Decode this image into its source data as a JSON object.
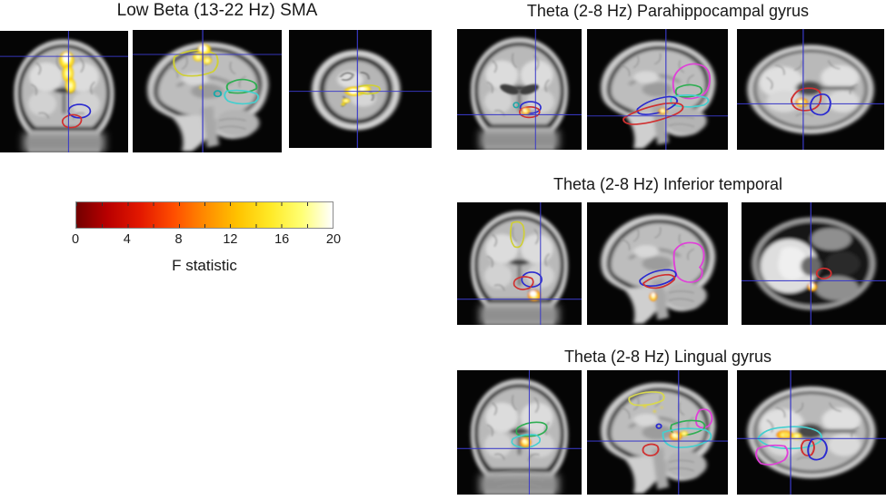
{
  "panels": [
    {
      "title": "Low Beta (13-22 Hz) SMA",
      "slices": [
        {
          "view": "coronal",
          "overlays": [
            "yellow-activation",
            "blue-contour",
            "red-contour",
            "crosshair"
          ]
        },
        {
          "view": "sagittal",
          "overlays": [
            "yellow-contour",
            "yellow-activation",
            "teal-contour",
            "green-contour",
            "cyan-contour",
            "crosshair"
          ]
        },
        {
          "view": "axial",
          "overlays": [
            "yellow-activation",
            "yellow-contour",
            "crosshair"
          ]
        }
      ]
    },
    {
      "title": "Theta (2-8 Hz) Parahippocampal gyrus",
      "slices": [
        {
          "view": "coronal",
          "overlays": [
            "teal-contour",
            "blue-contour",
            "red-contour",
            "hot-activation",
            "crosshair"
          ]
        },
        {
          "view": "sagittal",
          "overlays": [
            "magenta-contour",
            "green-contour",
            "cyan-contour",
            "blue-contour",
            "red-contour",
            "hot-activation",
            "crosshair"
          ]
        },
        {
          "view": "axial",
          "overlays": [
            "red-contour",
            "blue-contour",
            "hot-activation",
            "crosshair"
          ]
        }
      ]
    },
    {
      "title": "Theta (2-8 Hz) Inferior temporal",
      "slices": [
        {
          "view": "coronal",
          "overlays": [
            "yellow-contour",
            "blue-contour",
            "red-contour",
            "hot-activation",
            "crosshair"
          ]
        },
        {
          "view": "sagittal",
          "overlays": [
            "magenta-contour",
            "blue-contour",
            "red-contour",
            "hot-activation"
          ]
        },
        {
          "view": "axial",
          "overlays": [
            "red-contour",
            "hot-activation",
            "crosshair"
          ]
        }
      ]
    },
    {
      "title": "Theta (2-8 Hz) Lingual gyrus",
      "slices": [
        {
          "view": "coronal",
          "overlays": [
            "green-contour",
            "cyan-contour",
            "hot-activation",
            "crosshair"
          ]
        },
        {
          "view": "sagittal",
          "overlays": [
            "yellow-contour",
            "magenta-contour",
            "green-contour",
            "cyan-contour",
            "blue-contour",
            "red-contour",
            "hot-activation",
            "crosshair"
          ]
        },
        {
          "view": "axial",
          "overlays": [
            "cyan-contour",
            "magenta-contour",
            "red-contour",
            "blue-contour",
            "hot-activation",
            "crosshair"
          ]
        }
      ]
    }
  ],
  "colorbar": {
    "label": "F statistic",
    "tick_labels": [
      "0",
      "4",
      "8",
      "12",
      "16",
      "20"
    ],
    "range": [
      0,
      20
    ],
    "gradient": [
      "#730000",
      "#e31800",
      "#ff4e00",
      "#ffc300",
      "#ffea28",
      "#ffffff"
    ]
  },
  "colors": {
    "crosshair": "#3a3ac8",
    "contour_blue": "#2a2ad0",
    "contour_red": "#d03030",
    "contour_yellow": "#cfcf35",
    "contour_green": "#2fae52",
    "contour_cyan": "#45cfcf",
    "contour_magenta": "#e040d8",
    "contour_teal": "#1ba8a8",
    "activation_core": "#ffffff",
    "activation_mid": "#ffec6a",
    "activation_edge": "#ff7a00"
  }
}
